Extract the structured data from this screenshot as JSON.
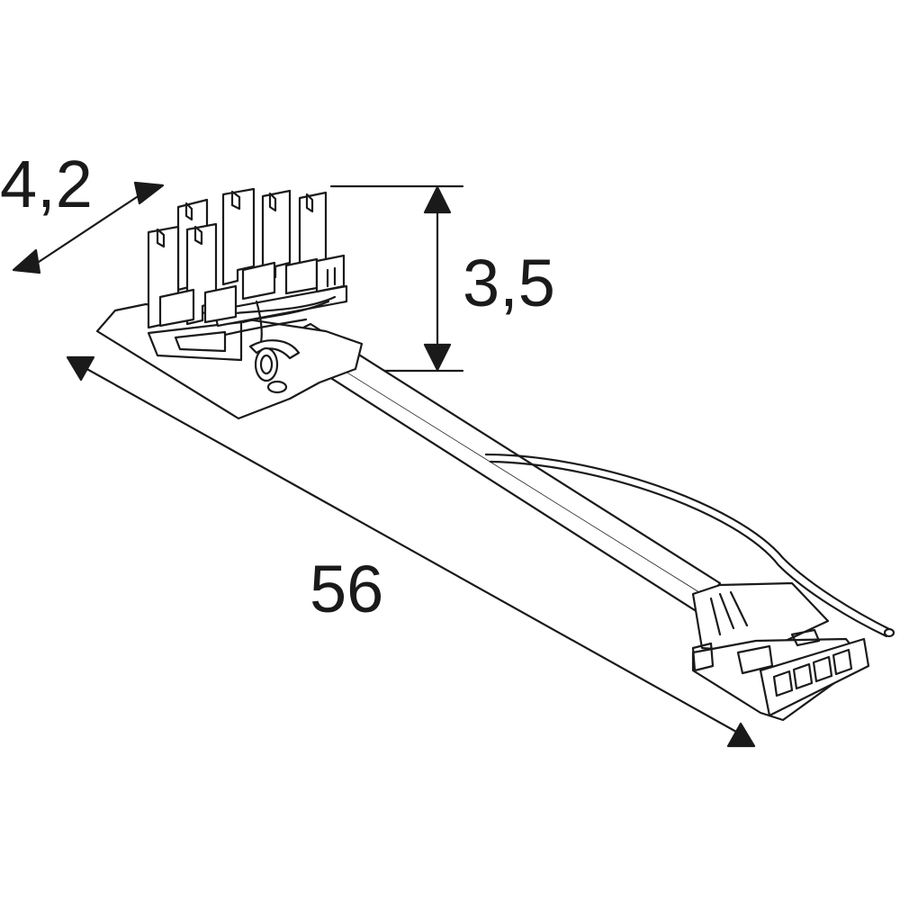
{
  "dimensions": {
    "width": "4,2",
    "height": "3,5",
    "length": "56"
  },
  "colors": {
    "line": "#1a1a1a",
    "fill": "#ffffff",
    "background": "#ffffff"
  }
}
